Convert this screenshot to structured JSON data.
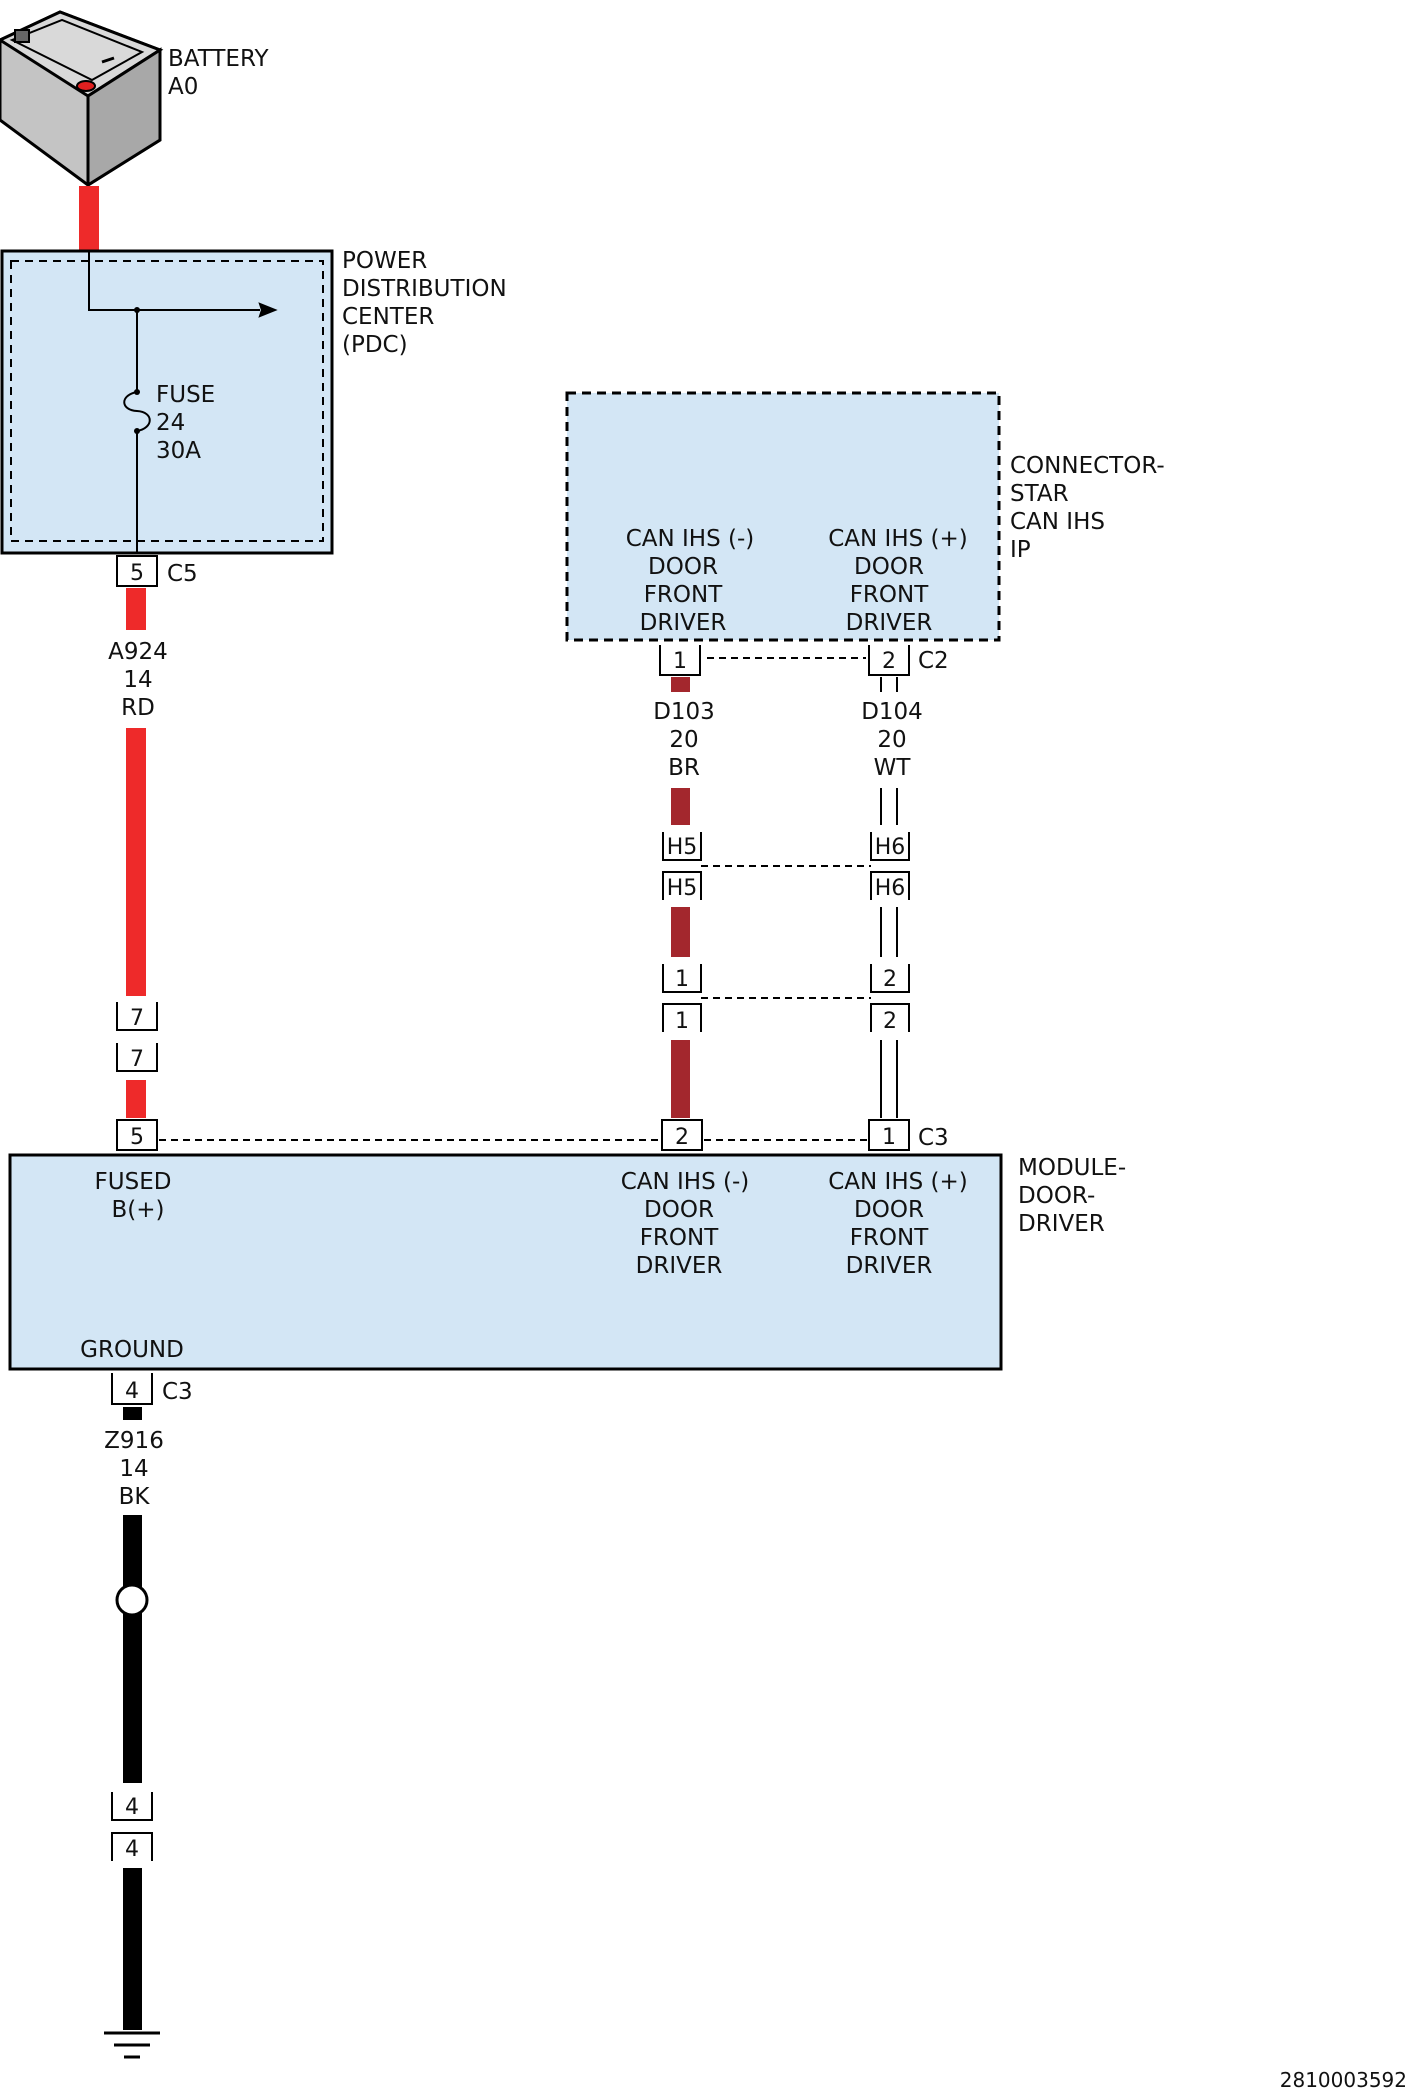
{
  "colors": {
    "component_fill": "#d3e6f5",
    "wire_red": "#ee2a2a",
    "wire_brown": "#a3272d",
    "wire_black": "#000000",
    "wire_white": "#ffffff",
    "battery_gray": "#c0c0c0"
  },
  "battery": {
    "name": "BATTERY",
    "id": "A0"
  },
  "pdc": {
    "title": [
      "POWER",
      "DISTRIBUTION",
      "CENTER",
      "(PDC)"
    ],
    "fuse": [
      "FUSE",
      "24",
      "30A"
    ],
    "pin": "5",
    "connector": "C5"
  },
  "connector_star": {
    "title": [
      "CONNECTOR-",
      "STAR",
      "CAN IHS",
      "IP"
    ],
    "circuit_neg": [
      "CAN IHS (-)",
      "DOOR",
      "FRONT",
      "DRIVER"
    ],
    "circuit_pos": [
      "CAN IHS (+)",
      "DOOR",
      "FRONT",
      "DRIVER"
    ],
    "pin_neg": "1",
    "pin_pos": "2",
    "connector": "C2"
  },
  "wires": {
    "a924": [
      "A924",
      "14",
      "RD"
    ],
    "d103": [
      "D103",
      "20",
      "BR"
    ],
    "d104": [
      "D104",
      "20",
      "WT"
    ],
    "z916": [
      "Z916",
      "14",
      "BK"
    ]
  },
  "inline_connectors": {
    "red_pair": [
      "7",
      "7"
    ],
    "h5_pair": [
      "H5",
      "H5"
    ],
    "h6_pair": [
      "H6",
      "H6"
    ],
    "neg_pair": [
      "1",
      "1"
    ],
    "pos_pair": [
      "2",
      "2"
    ],
    "ground_pair": [
      "4",
      "4"
    ]
  },
  "module": {
    "title": [
      "MODULE-",
      "DOOR-",
      "DRIVER"
    ],
    "fused": [
      "FUSED",
      "B(+)"
    ],
    "circuit_neg": [
      "CAN IHS (-)",
      "DOOR",
      "FRONT",
      "DRIVER"
    ],
    "circuit_pos": [
      "CAN IHS (+)",
      "DOOR",
      "FRONT",
      "DRIVER"
    ],
    "ground": "GROUND",
    "pin_fused": "5",
    "pin_neg": "2",
    "pin_pos": "1",
    "connector_top": "C3",
    "pin_ground": "4",
    "connector_ground": "C3"
  },
  "diagram_code": "2810003592"
}
